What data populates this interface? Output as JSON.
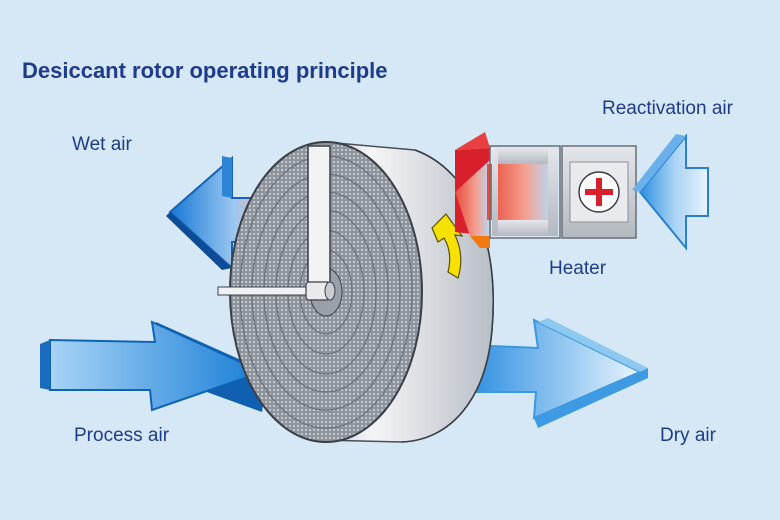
{
  "title": "Desiccant rotor operating principle",
  "labels": {
    "wet_air": "Wet air",
    "reactivation_air": "Reactivation air",
    "heater": "Heater",
    "process_air": "Process air",
    "dry_air": "Dry air"
  },
  "colors": {
    "background": "#d6e8f6",
    "text": "#1e3c8c",
    "air_blue": "#1a86d8",
    "hot_red": "#d8202c",
    "rotation_arrow": "#f6e100"
  },
  "icons": {
    "heater": "heater-plus-icon",
    "rotation": "rotation-arrow-icon"
  }
}
